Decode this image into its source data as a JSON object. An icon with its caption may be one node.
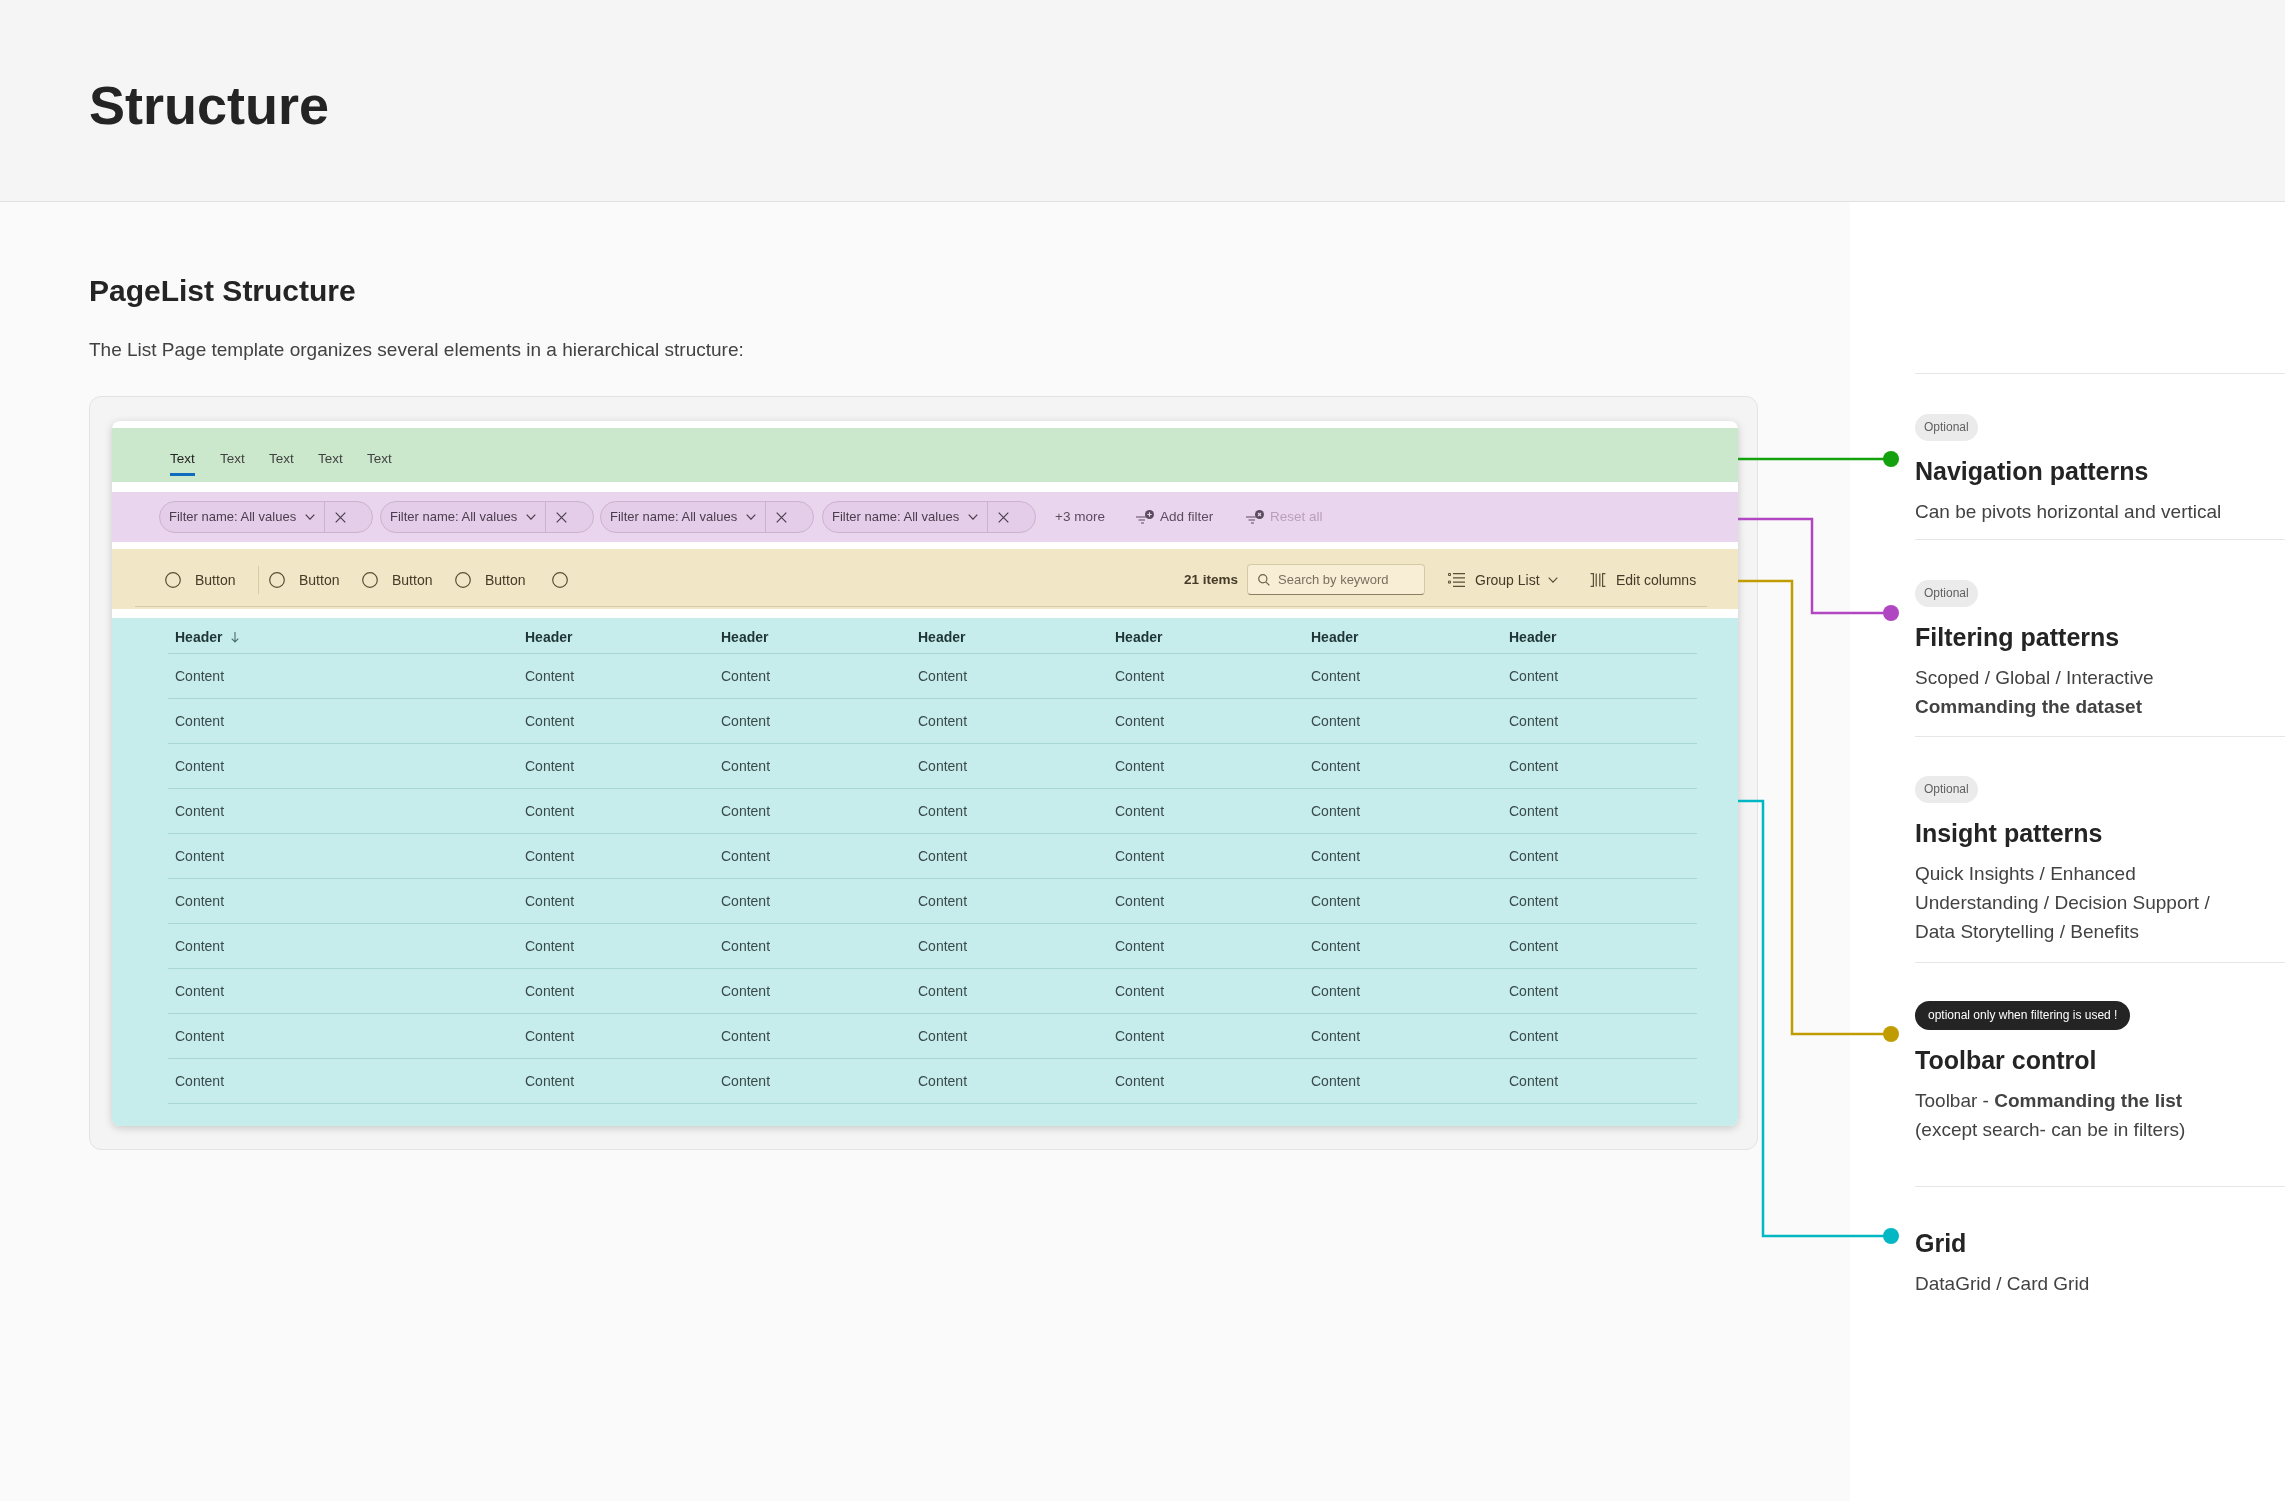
{
  "diagram": {
    "title": "Structure",
    "nodes": [
      {
        "text": [
          "Text",
          "Text",
          "Text",
          "Text",
          "Text"
        ]
      },
      {
        "text": [
          "+3 more",
          "Add filter",
          "Reset all"
        ]
      },
      {
        "text": [
          "Filter name: All values"
        ],
        "in": 1
      },
      {
        "text": [
          "Filter name: All values"
        ],
        "in": 1
      },
      {
        "text": [
          "Filter name: All values"
        ],
        "in": 1
      },
      {
        "text": [
          "Filter name: All values"
        ],
        "in": 1
      },
      {
        "text": [
          "Button",
          "Button",
          "Button",
          "Button",
          "21 items",
          "Group List",
          "Edit columns"
        ]
      },
      {
        "text": [
          "Search by keyword"
        ],
        "in": 6
      },
      {
        "text": [
          "Header",
          "Header",
          "Header",
          "Header",
          "Header",
          "Header",
          "Header",
          "Content",
          "Content",
          "Content",
          "Content",
          "Content",
          "Content",
          "Content",
          "Content",
          "Content",
          "Content",
          "Content",
          "Content",
          "Content",
          "Content",
          "Content",
          "Content",
          "Content",
          "Content",
          "Content",
          "Content",
          "Content",
          "Content",
          "Content",
          "Content",
          "Content",
          "Content",
          "Content",
          "Content",
          "Content",
          "Content",
          "Content",
          "Content",
          "Content",
          "Content",
          "Content",
          "Content",
          "Content",
          "Content",
          "Content",
          "Content",
          "Content",
          "Content",
          "Content",
          "Content",
          "Content",
          "Content",
          "Content",
          "Content",
          "Content",
          "Content",
          "Content",
          "Content",
          "Content",
          "Content",
          "Content",
          "Content",
          "Content",
          "Content",
          "Content",
          "Content",
          "Content",
          "Content",
          "Content",
          "Content",
          "Content",
          "Content",
          "Content",
          "Content",
          "Content",
          "Content"
        ]
      },
      {
        "text": [
          "Optional",
          "Navigation patterns",
          "Can be pivots horizontal and vertical"
        ]
      },
      {
        "text": [
          "Optional",
          "Filtering patterns",
          "Scoped / Global / Interactive **Commanding the dataset**"
        ]
      },
      {
        "text": [
          "Optional",
          "Insight patterns",
          "Quick Insights / Enhanced Understanding / Decision Support / Data Storytelling / Benefits"
        ]
      },
      {
        "text": [
          "optional only when filtering is used !",
          "Toolbar control",
          "Toolbar - **Commanding the list** (except search- can be in filters)"
        ]
      },
      {
        "text": [
          "Grid",
          "DataGrid / Card Grid"
        ]
      }
    ],
    "edges": [
      {
        "from": 0,
        "to": 9,
        "arrow": "other",
        "color": "#13a10e"
      },
      {
        "from": 1,
        "to": 10,
        "arrow": "other",
        "color": "#b146c2"
      },
      {
        "from": 6,
        "to": 12,
        "arrow": "other",
        "color": "#c19c00"
      },
      {
        "from": 8,
        "to": 13,
        "arrow": "other",
        "color": "#00b7c3"
      }
    ],
    "labels": [
      "PageList Structure",
      "The List Page template organizes several elements in a hierarchical structure:"
    ]
  }
}
